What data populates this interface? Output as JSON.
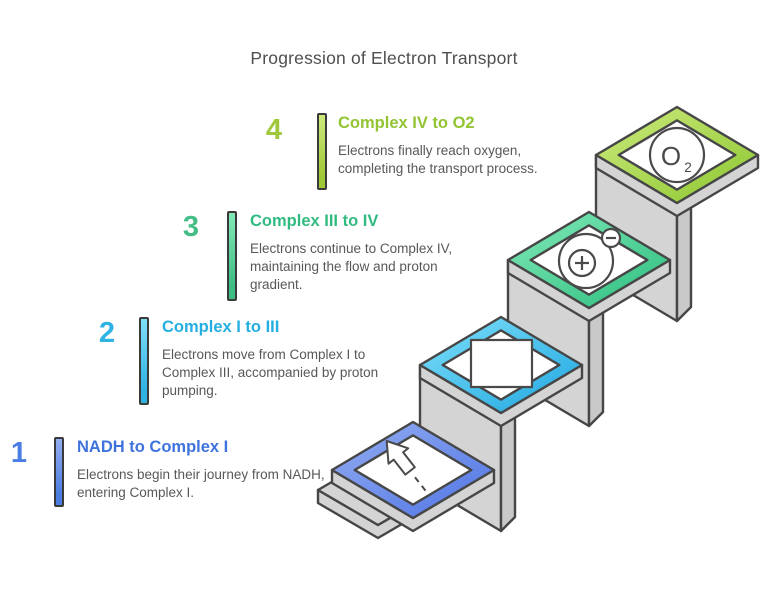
{
  "title": "Progression of Electron Transport",
  "palette": {
    "outline": "#464646",
    "body_gray": "#d4d4d4",
    "description_text": "#57585a",
    "title_text": "#4f4f4f",
    "icon_stroke": "#4a4a4a"
  },
  "steps": [
    {
      "number": "1",
      "title": "NADH to Complex I",
      "description": "Electrons begin their journey from NADH, entering Complex I.",
      "color": "#4a7de0",
      "number_color": "#4a7de5",
      "title_color": "#3e73de",
      "light": "#94adf1",
      "dark": "#4f74e4",
      "icon": "arrow-up-icon"
    },
    {
      "number": "2",
      "title": "Complex I to III",
      "description": "Electrons move from Complex I to Complex III, accompanied by proton pumping.",
      "color": "#2eb2e4",
      "number_color": "#2fb3e2",
      "title_color": "#24aee2",
      "light": "#7edff9",
      "dark": "#1fa6e0",
      "icon": "rectangle-icon"
    },
    {
      "number": "3",
      "title": "Complex III to IV",
      "description": "Electrons continue to Complex IV, maintaining the flow and proton gradient.",
      "color": "#3dbd84",
      "number_color": "#41bd85",
      "title_color": "#32bb80",
      "light": "#82e9b8",
      "dark": "#2cbd7e",
      "icon": "atom-icon"
    },
    {
      "number": "4",
      "title": "Complex IV to O2",
      "description": "Electrons finally reach oxygen, completing the transport process.",
      "color": "#9fc835",
      "number_color": "#a0c83c",
      "title_color": "#92c433",
      "light": "#cdea7d",
      "dark": "#8cc630",
      "icon": "oxygen-icon",
      "icon_text": {
        "main": "O",
        "sub": "2"
      }
    }
  ]
}
